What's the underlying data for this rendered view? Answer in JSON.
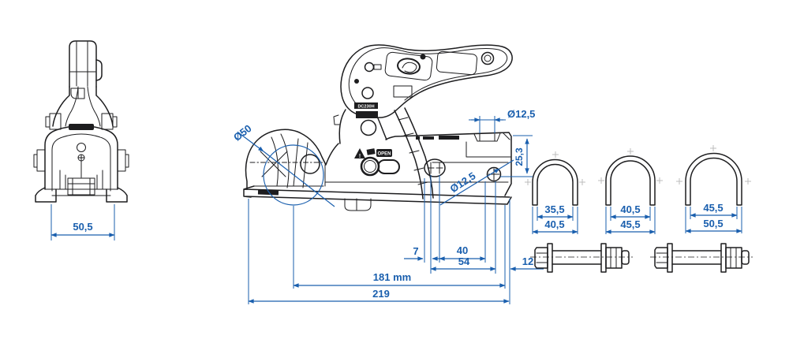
{
  "front_view": {
    "width": "50,5"
  },
  "side_view": {
    "ball_diameter": "Ø50",
    "top_hole_diameter": "Ø12,5",
    "flange_hole_diameter": "Ø12,5",
    "hole_center_height": "25,3",
    "slot_hole_gap": "7",
    "hole_spacing": "40",
    "hole_span": "54",
    "end_to_hole": "12",
    "mounting_length": "181 mm",
    "overall_length": "219",
    "open_label": "OPEN",
    "model_mark": "DC230H"
  },
  "u_bolts": [
    {
      "inner_width": "35,5",
      "outer_width": "40,5"
    },
    {
      "inner_width": "40,5",
      "outer_width": "45,5"
    },
    {
      "inner_width": "45,5",
      "outer_width": "50,5"
    }
  ],
  "colors": {
    "dimension_blue": "#1a5fae",
    "drawing_black": "#1d1d1f"
  }
}
